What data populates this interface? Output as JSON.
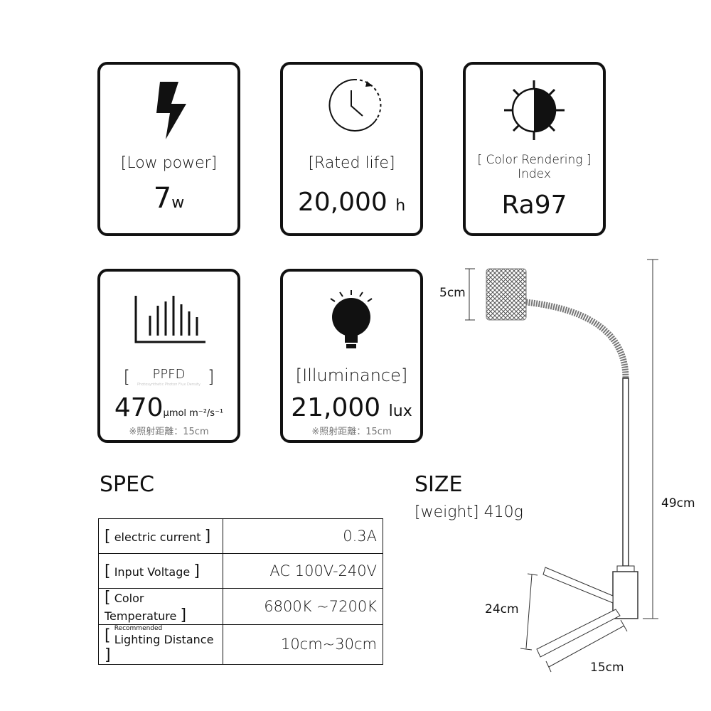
{
  "cards": [
    {
      "icon": "lightning-icon",
      "label": "[Low power]",
      "value": "7",
      "unit": "w"
    },
    {
      "icon": "clock-icon",
      "label": "[Rated life]",
      "value": "20,000",
      "unit": "h"
    },
    {
      "icon": "half-sun-icon",
      "label": "[ Color Rendering ]",
      "label2": "Index",
      "value": "Ra97",
      "unit": ""
    },
    {
      "icon": "spectrum-chart-icon",
      "label": "PPFD",
      "sublabel": "Photosynthetic Photon Flux Density",
      "value": "470",
      "unit": "μmol m⁻²/s⁻¹",
      "note": "※照射距離：15cm"
    },
    {
      "icon": "light-bulb-icon",
      "label": "[Illuminance]",
      "value": "21,000",
      "unit": "lux",
      "note": "※照射距離：15cm"
    }
  ],
  "spec": {
    "title": "SPEC",
    "rows": [
      {
        "label": "electric current",
        "value": "0.3A"
      },
      {
        "label": "Input Voltage",
        "value": "AC 100V-240V"
      },
      {
        "label": "Color Temperature",
        "value": "6800K ~7200K"
      },
      {
        "label_small": "Recommended",
        "label": "Lighting Distance",
        "value": "10cm~30cm"
      }
    ]
  },
  "size": {
    "title": "SIZE",
    "weight": "[weight]  410g",
    "dims": {
      "head": "5cm",
      "height": "49cm",
      "leg": "24cm",
      "width": "15cm"
    }
  }
}
